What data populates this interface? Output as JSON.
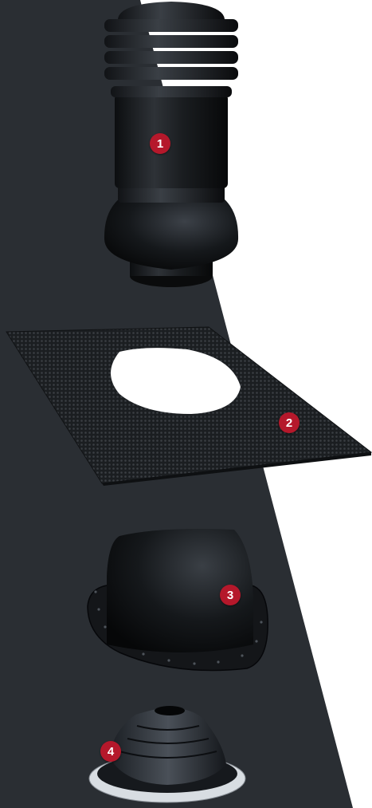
{
  "colors": {
    "panel_dark": "#2a2e33",
    "page_bg": "#ffffff",
    "badge": "#b5182b"
  },
  "badges": {
    "vent": "1",
    "sheet": "2",
    "adapter": "3",
    "seal": "4"
  }
}
